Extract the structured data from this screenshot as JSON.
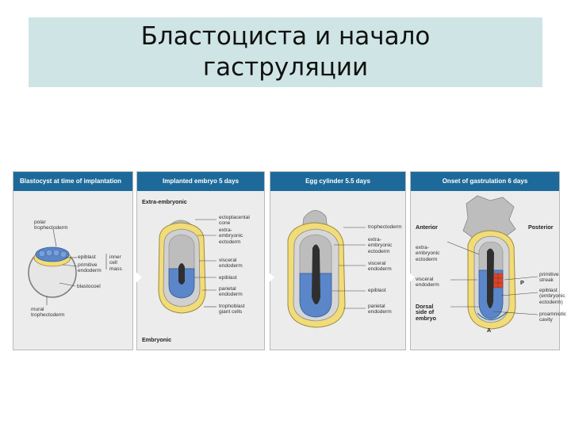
{
  "slide": {
    "title_line1": "Бластоциста и начало",
    "title_line2": "гаструляции"
  },
  "colors": {
    "header": "#1d6a9a",
    "panel": "#ececec",
    "epiblast": "#5b86c9",
    "primitive_endoderm": "#f2dc78",
    "trophoblast": "#c8c8c8",
    "epiblast_core": "#2f2f2f",
    "primitive_streak": "#d9462b"
  },
  "panels": [
    {
      "title": "Blastocyst at time of implantation",
      "labels": {
        "polar": "polar\ntrophectoderm",
        "epiblast": "epiblast",
        "primitive": "primitive\nendoderm",
        "inner": "inner\ncell\nmass",
        "blastocoel": "blastocoel",
        "mural": "mural\ntrophectoderm"
      }
    },
    {
      "title": "Implanted embryo 5 days",
      "labels": {
        "extra": "Extra-embryonic",
        "embryonic": "Embryonic",
        "ectoplacental": "ectoplacental\ncone",
        "extra_ectoderm": "extra-\nembryonic\nectoderm",
        "visceral": "visceral\nendoderm",
        "epiblast": "epiblast",
        "parietal": "parietal\nendoderm",
        "giant": "trophoblast\ngiant cells"
      }
    },
    {
      "title": "Egg cylinder 5.5 days",
      "labels": {
        "trophectoderm": "trophectoderm",
        "extra_ectoderm": "extra-\nembryonic\nectoderm",
        "visceral": "visceral\nendoderm",
        "epiblast": "epiblast",
        "parietal": "parietal\nendoderm"
      }
    },
    {
      "title": "Onset of gastrulation 6 days",
      "labels": {
        "anterior": "Anterior",
        "posterior": "Posterior",
        "extra_ectoderm": "extra-\nembryonic\nectoderm",
        "visceral": "visceral\nendoderm",
        "dorsal": "Dorsal\nside of\nembryo",
        "streak": "primitive\nstreak",
        "epiblast": "epiblast\n(embryonic\nectoderm)",
        "amniotic": "proamniotic\ncavity",
        "p": "P",
        "a": "A"
      }
    }
  ]
}
